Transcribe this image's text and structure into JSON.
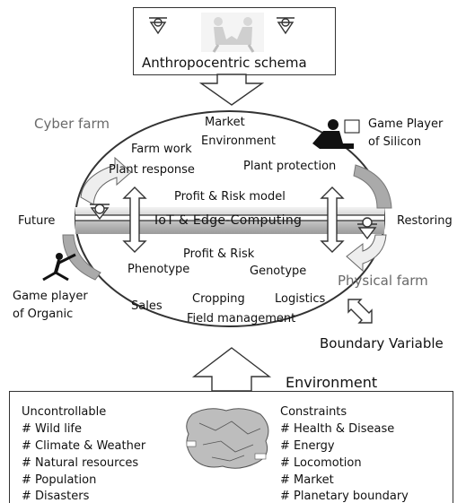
{
  "top_box": {
    "title": "Anthropocentric schema"
  },
  "cyber_farm": "Cyber farm",
  "physical_farm": "Physical farm",
  "market_environment": [
    "Market",
    "Environment"
  ],
  "game_player_silicon": [
    "Game Player",
    "of Silicon"
  ],
  "game_player_organic": [
    "Game player",
    "of Organic"
  ],
  "farm_work": "Farm work",
  "plant_response": "Plant response",
  "plant_protection": "Plant protection",
  "profit_risk_model": "Profit & Risk model",
  "iot_edge": "IoT & Edge-Computing",
  "future": "Future",
  "restoring": "Restoring",
  "profit_risk": "Profit & Risk",
  "phenotype": "Phenotype",
  "genotype": "Genotype",
  "sales": "Sales",
  "cropping": "Cropping",
  "logistics": "Logistics",
  "field_management": "Field management",
  "boundary_variable": "Boundary Variable",
  "environment": "Environment",
  "uncontrollable": {
    "title": "Uncontrollable",
    "items": [
      "# Wild life",
      "# Climate & Weather",
      "# Natural resources",
      "# Population",
      "# Disasters"
    ]
  },
  "constraints": {
    "title": "Constraints",
    "items": [
      "# Health & Disease",
      "# Energy",
      "# Locomotion",
      "# Market",
      "# Planetary boundary"
    ]
  }
}
